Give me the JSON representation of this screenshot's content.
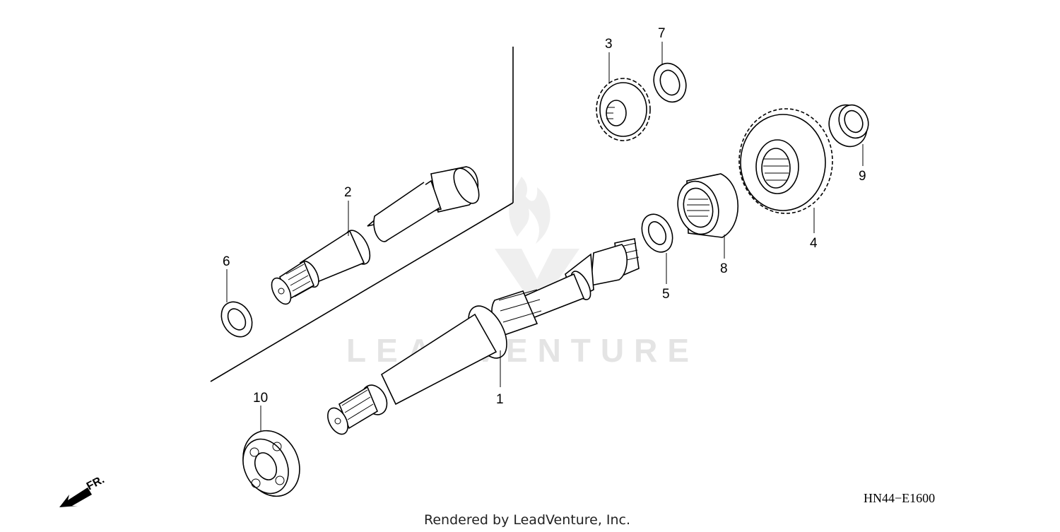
{
  "watermark": "LEADVENTURE",
  "diagram_code": "HN44−E1600",
  "credit": "Rendered by LeadVenture, Inc.",
  "direction_label": "FR.",
  "callouts": [
    {
      "id": "1",
      "label": "1"
    },
    {
      "id": "2",
      "label": "2"
    },
    {
      "id": "3",
      "label": "3"
    },
    {
      "id": "4",
      "label": "4"
    },
    {
      "id": "5",
      "label": "5"
    },
    {
      "id": "6",
      "label": "6"
    },
    {
      "id": "7",
      "label": "7"
    },
    {
      "id": "8",
      "label": "8"
    },
    {
      "id": "9",
      "label": "9"
    },
    {
      "id": "10",
      "label": "10"
    }
  ]
}
